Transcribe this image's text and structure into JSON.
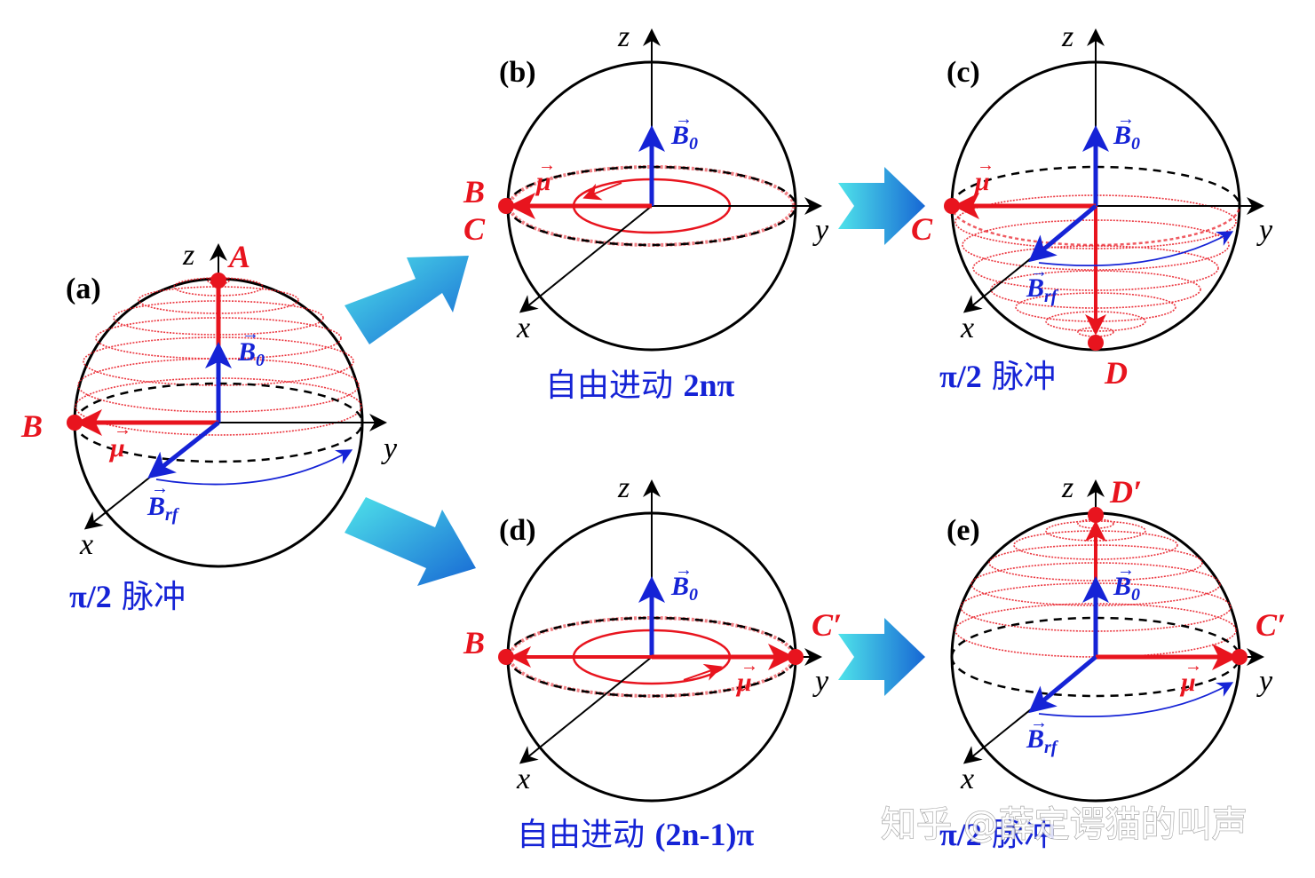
{
  "panels": {
    "a": {
      "label": "(a)",
      "caption_main": "π/2",
      "caption_rest": " 脉冲"
    },
    "b": {
      "label": "(b)",
      "caption_main": "自由进动 ",
      "caption_rest": "2nπ"
    },
    "c": {
      "label": "(c)",
      "caption_main": "π/2",
      "caption_rest": " 脉冲"
    },
    "d": {
      "label": "(d)",
      "caption_main": "自由进动 ",
      "caption_rest": "(2n-1)π"
    },
    "e": {
      "label": "(e)",
      "caption_main": "π/2",
      "caption_rest": " 脉冲"
    }
  },
  "axes": {
    "x": "x",
    "y": "y",
    "z": "z"
  },
  "points": {
    "A": "A",
    "B": "B",
    "C": "C",
    "D": "D",
    "C_prime": "C′",
    "D_prime": "D′"
  },
  "vectors": {
    "b0": "B",
    "b0_sub": "0",
    "brf": "B",
    "brf_sub": "rf",
    "mu": "μ",
    "arrow": "→"
  },
  "watermark": "知乎 @薛定谔猫的叫声",
  "colors": {
    "red": "#e8141e",
    "blue": "#1523d6",
    "black": "#000000",
    "arrow_light": "#3fd6e6",
    "arrow_dark": "#1a6fd8"
  }
}
